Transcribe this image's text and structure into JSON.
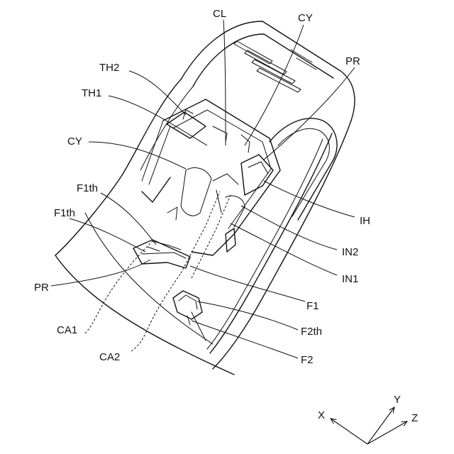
{
  "labels": {
    "cl": "CL",
    "cy_top": "CY",
    "pr_right": "PR",
    "th2": "TH2",
    "th1": "TH1",
    "cy_left": "CY",
    "f1th_upper": "F1th",
    "f1th_lower": "F1th",
    "ih": "IH",
    "in2": "IN2",
    "in1": "IN1",
    "pr_left": "PR",
    "f1": "F1",
    "ca1": "CA1",
    "f2th": "F2th",
    "ca2": "CA2",
    "f2": "F2"
  },
  "axes": {
    "x": "X",
    "y": "Y",
    "z": "Z"
  }
}
